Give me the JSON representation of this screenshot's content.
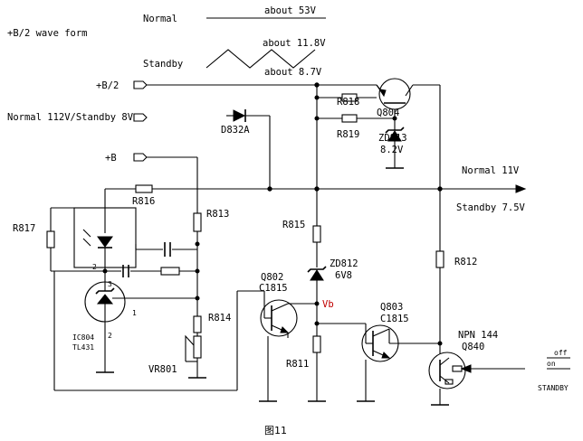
{
  "waveform": {
    "title": "+B/2 wave form",
    "normal_label": "Normal",
    "normal_value": "about 53V",
    "standby_label": "Standby",
    "standby_high": "about 11.8V",
    "standby_low": "about 8.7V"
  },
  "inputs": {
    "b2": "+B/2",
    "normal_standby": "Normal 112V/Standby 8V",
    "b": "+B"
  },
  "components": {
    "r818": "R818",
    "r819": "R819",
    "q804": "Q804",
    "zd813": "ZD813",
    "zd813_value": "8.2V",
    "d832a": "D832A",
    "r816": "R816",
    "r813": "R813",
    "r817": "R817",
    "r815": "R815",
    "zd812": "ZD812",
    "zd812_value": "6V8",
    "r812": "R812",
    "q802": "Q802",
    "q802_part": "C1815",
    "q803": "Q803",
    "q803_part": "C1815",
    "r814": "R814",
    "vr801": "VR801",
    "r811": "R811",
    "ic804": "IC804",
    "ic804_part": "TL431",
    "npn": "NPN 144",
    "q840": "Q840",
    "vb": "Vb",
    "pin1": "1",
    "pin2": "2",
    "pin3": "3",
    "pin2b": "2"
  },
  "outputs": {
    "normal": "Normal 11V",
    "standby": "Standby 7.5V",
    "off": "off",
    "on": "on",
    "standby_ctrl": "STANDBY"
  },
  "caption": "图11"
}
